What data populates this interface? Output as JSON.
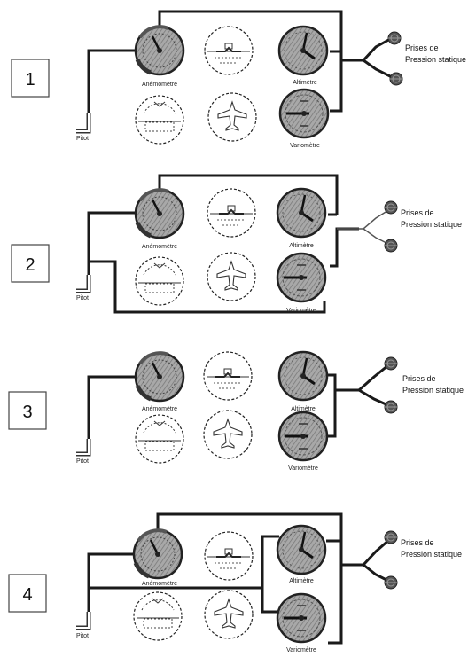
{
  "panels": [
    {
      "number": "1",
      "labels": {
        "anemometre": "Anémomètre",
        "altimetre": "Altimètre",
        "variometre": "Variomètre",
        "pitot": "Pitot",
        "prises_line1": "Prises de",
        "prises_line2": "Pression statique"
      }
    },
    {
      "number": "2",
      "labels": {
        "anemometre": "Anémomètre",
        "altimetre": "Altimètre",
        "variometre": "Variomètre",
        "pitot": "Pitot",
        "prises_line1": "Prises de",
        "prises_line2": "Pression statique"
      }
    },
    {
      "number": "3",
      "labels": {
        "anemometre": "Anémomètre",
        "altimetre": "Altimètre",
        "variometre": "Variomètre",
        "pitot": "Pitot",
        "prises_line1": "Prises de",
        "prises_line2": "Pression statique"
      }
    },
    {
      "number": "4",
      "labels": {
        "anemometre": "Anémomètre",
        "altimetre": "Altimètre",
        "variometre": "Variomètre",
        "pitot": "Pitot",
        "prises_line1": "Prises de",
        "prises_line2": "Pression statique"
      }
    }
  ]
}
